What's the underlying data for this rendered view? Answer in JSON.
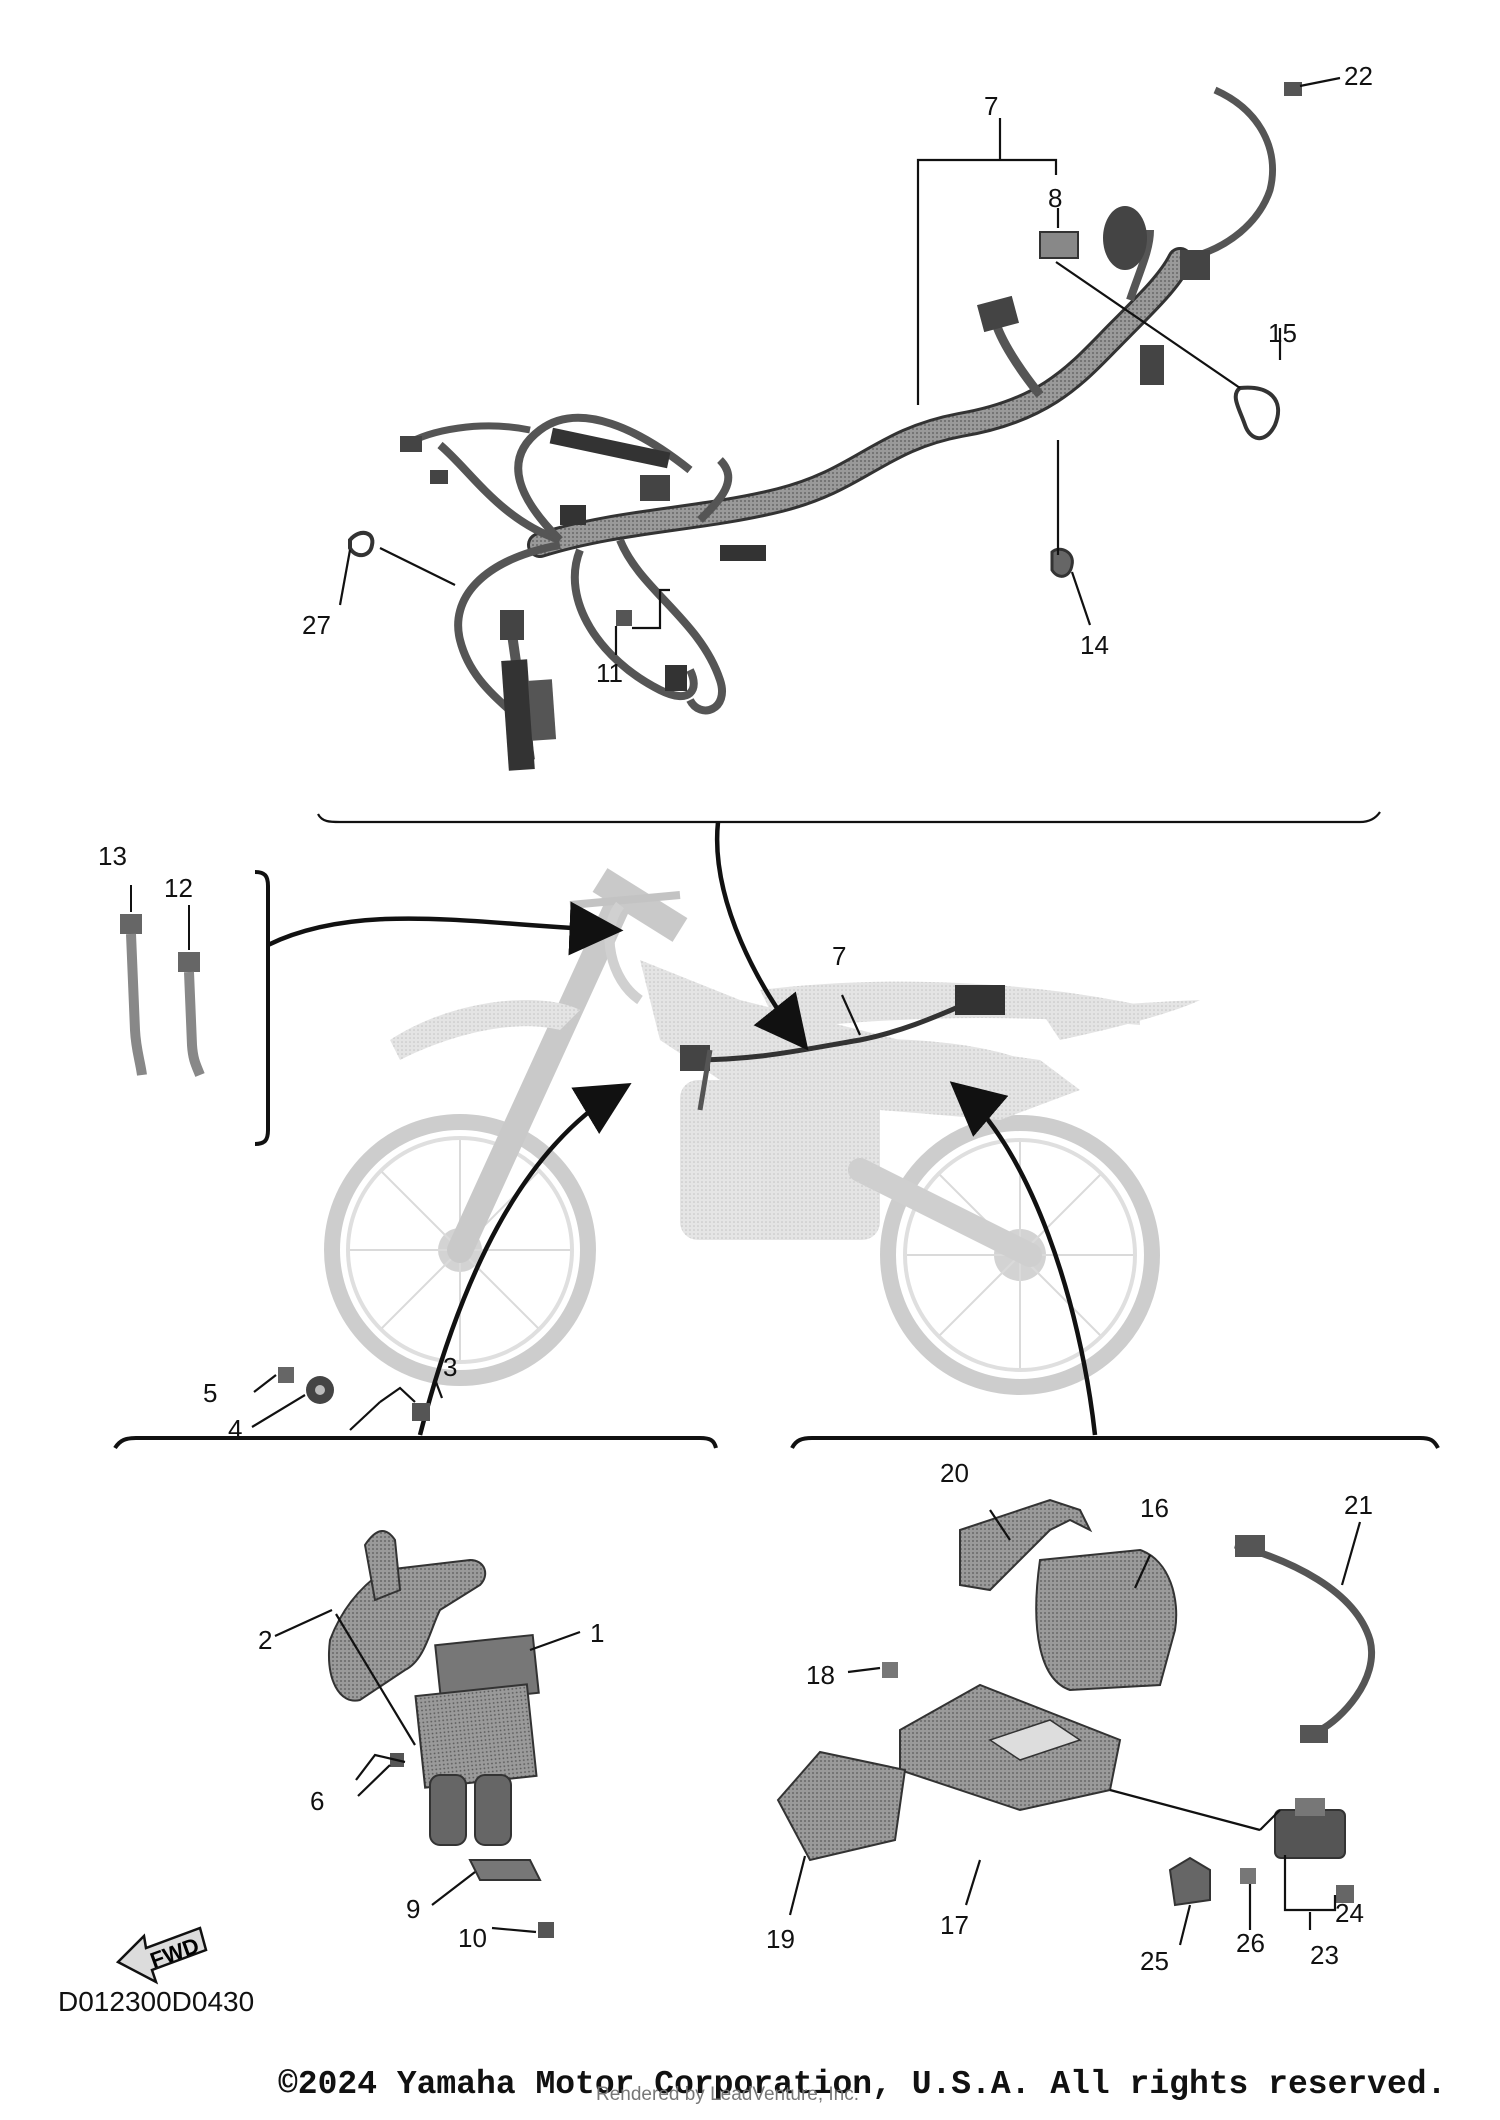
{
  "diagram_code": "D012300D0430",
  "fwd_label": "FWD",
  "copyright": "©2024 Yamaha Motor Corporation, U.S.A. All rights reserved.",
  "rendered_by": "Rendered by LeadVenture, Inc.",
  "callouts": [
    "1",
    "2",
    "3",
    "4",
    "5",
    "6",
    "7",
    "7",
    "8",
    "9",
    "10",
    "11",
    "12",
    "13",
    "14",
    "15",
    "16",
    "17",
    "18",
    "19",
    "20",
    "21",
    "22",
    "23",
    "24",
    "25",
    "26",
    "27"
  ],
  "colors": {
    "line": "#111111",
    "part_gray": "#8a8a8a",
    "ghost_bike": "#cfcfcf"
  }
}
